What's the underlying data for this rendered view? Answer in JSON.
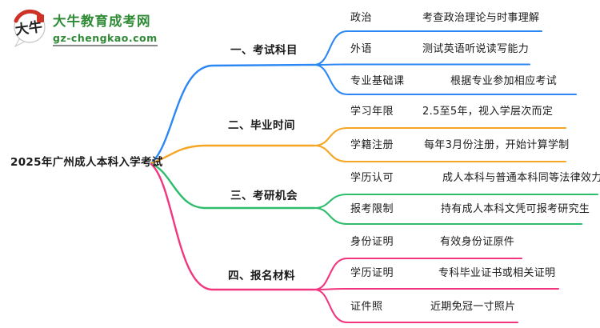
{
  "site": {
    "logo_badge_text": "大牛",
    "site_name": "大牛教育成考网",
    "site_url": "gz-chengkao.com",
    "brand_green": "#2f8a35",
    "seal_red": "#ce3126"
  },
  "mindmap": {
    "root": "2025年广州成人本科入学考试",
    "text_color": "#1a1a1a",
    "branches": [
      {
        "label": "一、考试科目",
        "color": "#2b87f3",
        "children": [
          {
            "label": "政治",
            "desc": "考查政治理论与时事理解"
          },
          {
            "label": "外语",
            "desc": "测试英语听说读写能力"
          },
          {
            "label": "专业基础课",
            "desc": "根据专业参加相应考试"
          }
        ]
      },
      {
        "label": "二、毕业时间",
        "color": "#f5a623",
        "children": [
          {
            "label": "学习年限",
            "desc": "2.5至5年，视入学层次而定"
          },
          {
            "label": "学籍注册",
            "desc": "每年3月份注册，开始计算学制"
          }
        ]
      },
      {
        "label": "三、考研机会",
        "color": "#2ebd6c",
        "children": [
          {
            "label": "学历认可",
            "desc": "成人本科与普通本科同等法律效力"
          },
          {
            "label": "报考限制",
            "desc": "持有成人本科文凭可报考研究生"
          }
        ]
      },
      {
        "label": "四、报名材料",
        "color": "#f1357e",
        "children": [
          {
            "label": "身份证明",
            "desc": "有效身份证原件"
          },
          {
            "label": "学历证明",
            "desc": "专科毕业证书或相关证明"
          },
          {
            "label": "证件照",
            "desc": "近期免冠一寸照片"
          }
        ]
      }
    ]
  }
}
